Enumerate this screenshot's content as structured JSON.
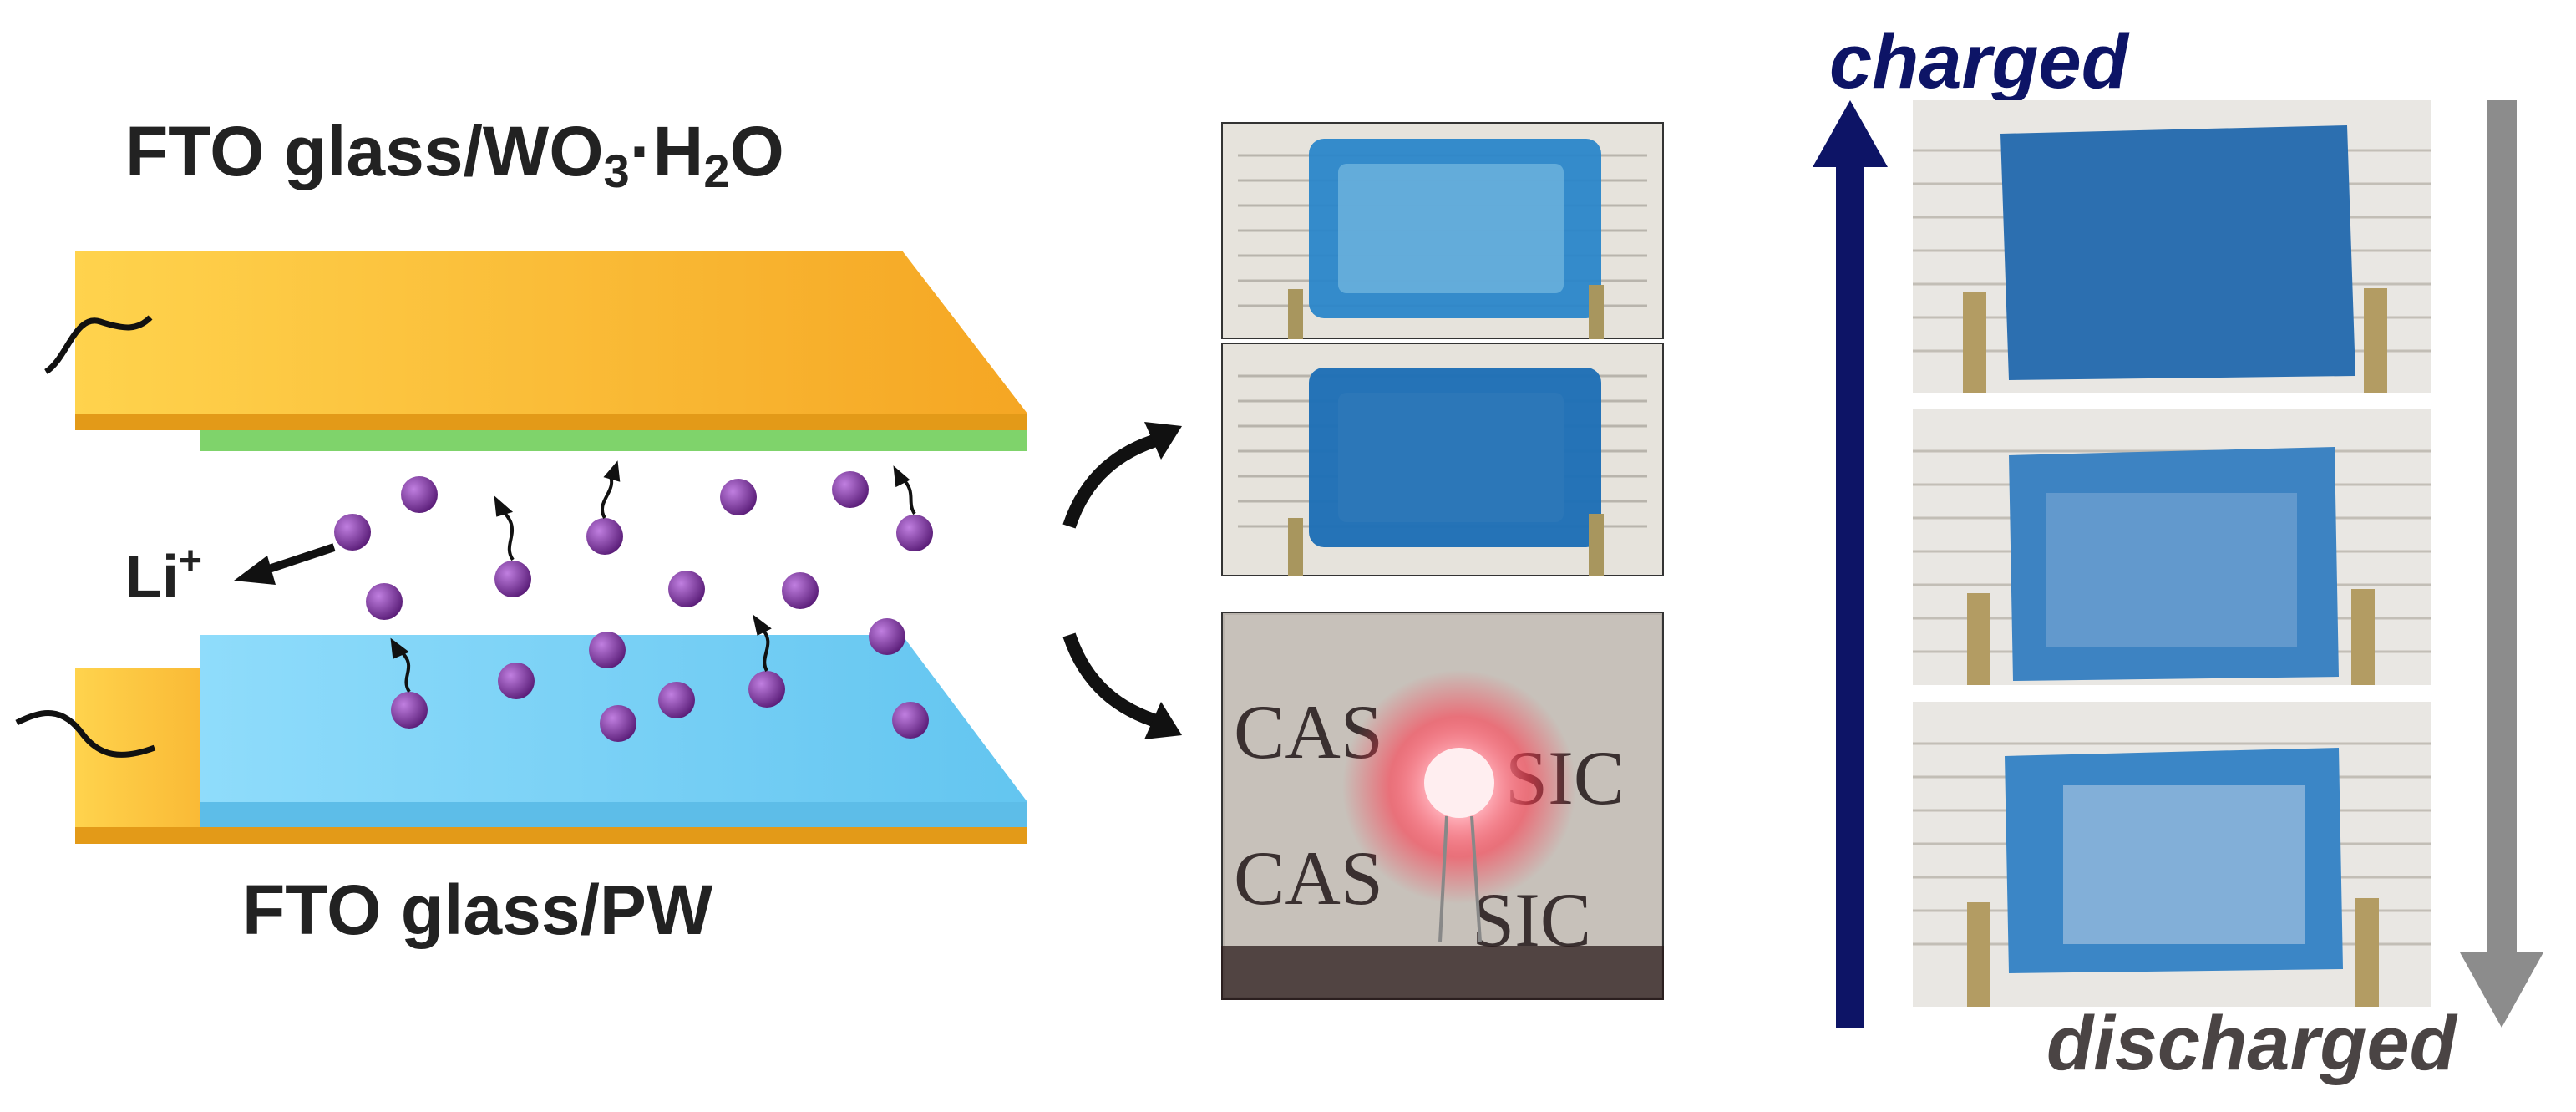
{
  "labels": {
    "top_electrode": "FTO glass/WO",
    "top_electrode_sub1": "3",
    "top_electrode_mid": "·H",
    "top_electrode_sub2": "2",
    "top_electrode_end": "O",
    "bottom_electrode": "FTO glass/PW",
    "ion": "Li",
    "ion_sup": "+",
    "state_top": "charged",
    "state_bottom": "discharged"
  },
  "photo_text": {
    "word_a": "CAS",
    "word_b": "SIC"
  },
  "colors": {
    "electrode_gold": "#f5b731",
    "layer_green": "#7fd36b",
    "layer_blue": "#7fd3f5",
    "ion_purple": "#7a2f9a",
    "arrow_charged": "#0d1466",
    "arrow_discharged": "#8c8c8c",
    "device_blue": "#1f7fc9",
    "led_red": "#ff3b4f"
  }
}
